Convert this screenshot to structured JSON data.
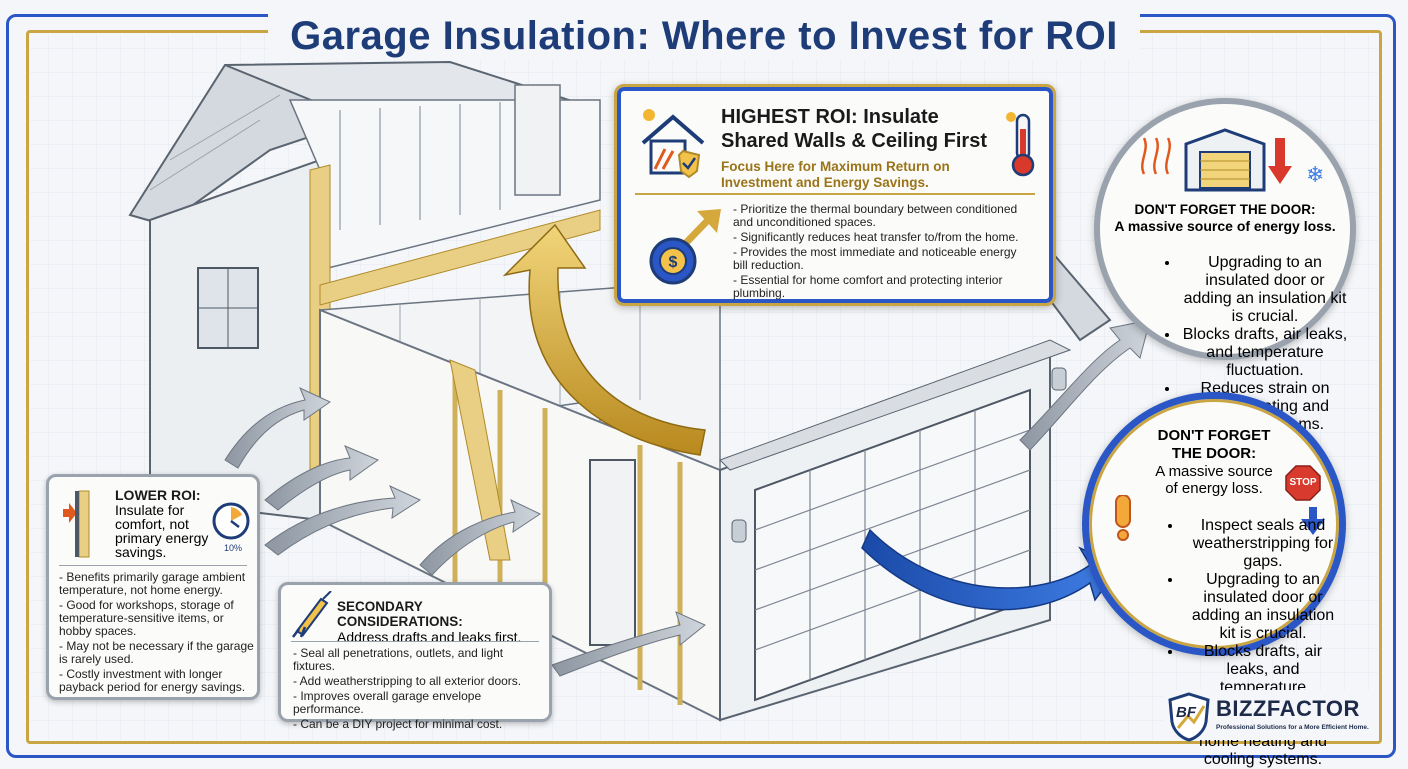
{
  "title": "Garage Insulation: Where to Invest for ROI",
  "highest_roi": {
    "heading_line1": "HIGHEST ROI: Insulate",
    "heading_line2": "Shared Walls & Ceiling First",
    "subheading": "Focus Here for Maximum Return on Investment and Energy Savings.",
    "bullets": [
      "Prioritize the thermal boundary between conditioned and unconditioned spaces.",
      "Significantly reduces heat transfer to/from the home.",
      "Provides the most immediate and noticeable energy bill reduction.",
      "Essential for home comfort and protecting interior plumbing."
    ]
  },
  "door_top": {
    "heading": "DON'T FORGET THE DOOR:",
    "subheading": "A massive source of energy loss.",
    "bullets": [
      "Upgrading to an insulated door or adding an insulation kit is crucial.",
      "Blocks drafts, air leaks, and temperature fluctuation.",
      "Reduces strain on home heating and cooling systems."
    ]
  },
  "door_bottom": {
    "heading_line1": "DON'T FORGET",
    "heading_line2": "THE DOOR:",
    "sub_line1": "A massive source",
    "sub_line2": "of energy loss.",
    "stop_label": "STOP",
    "bullets": [
      "Inspect seals and weatherstripping for gaps.",
      "Upgrading to an insulated door or adding an insulation kit is crucial.",
      "Blocks drafts, air leaks, and temperature fluctuation.",
      "Reduces strain on home heating and cooling systems."
    ]
  },
  "lower_roi": {
    "heading": "LOWER ROI:",
    "sub": "Insulate for comfort, not primary energy savings.",
    "gauge_label": "10%",
    "bullets": [
      "Benefits primarily garage ambient temperature, not home energy.",
      "Good for workshops, storage of temperature-sensitive items, or hobby spaces.",
      "May not be necessary if the garage is rarely used.",
      "Costly investment with longer payback period for energy savings."
    ]
  },
  "secondary": {
    "heading": "SECONDARY CONSIDERATIONS:",
    "sub": "Address drafts and leaks first.",
    "bullets": [
      "Seal all penetrations, outlets, and light fixtures.",
      "Add weatherstripping to all exterior doors.",
      "Improves overall garage envelope performance.",
      "Can be a DIY project for minimal cost."
    ]
  },
  "logo": {
    "monogram": "BF",
    "name": "BIZZFACTOR",
    "tagline": "Professional Solutions for a More Efficient Home."
  },
  "colors": {
    "brand_blue": "#1d3c78",
    "accent_blue": "#2a56c6",
    "gold": "#c9a544",
    "stop_red": "#d83a2e"
  }
}
